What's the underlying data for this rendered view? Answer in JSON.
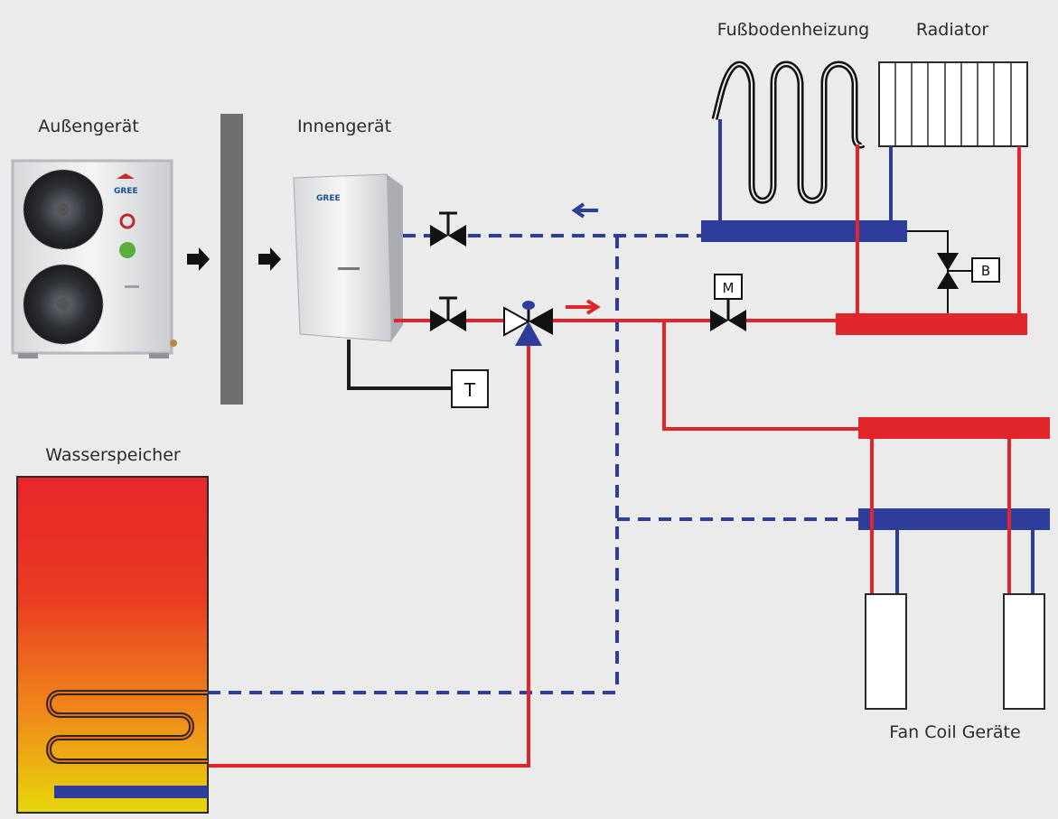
{
  "labels": {
    "outdoor": "Außengerät",
    "indoor": "Innengerät",
    "floor_heating": "Fußbodenheizung",
    "radiator": "Radiator",
    "tank": "Wasserspeicher",
    "fan_coil": "Fan Coil Geräte"
  },
  "symbols": {
    "thermostat": "T",
    "motor_valve": "M",
    "bypass_valve": "B"
  },
  "brand": {
    "logo": "GREE"
  },
  "colors": {
    "supply": "#e0252b",
    "return": "#2e3d99",
    "background": "#ebebeb"
  }
}
